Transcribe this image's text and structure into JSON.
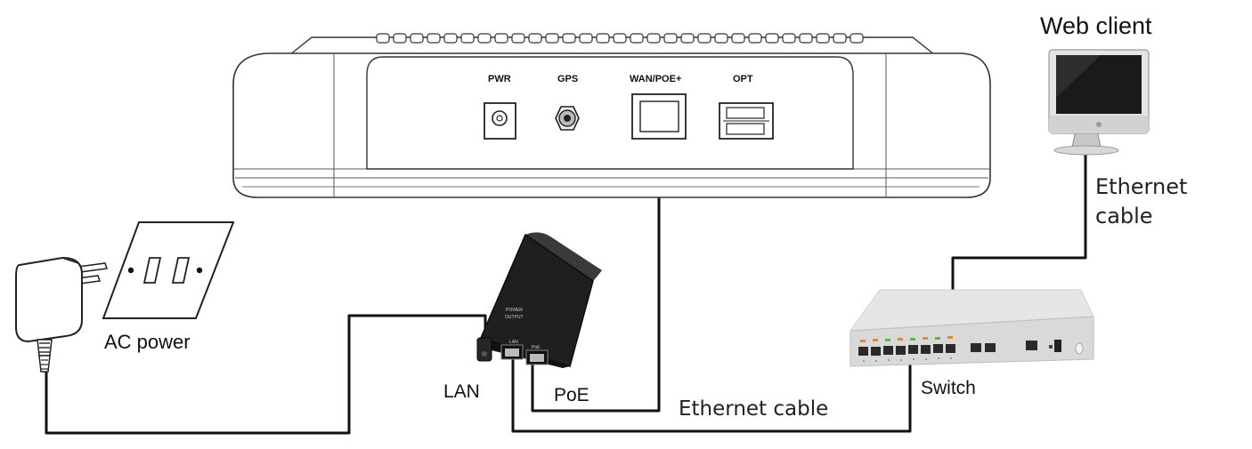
{
  "device": {
    "ports": {
      "pwr": "PWR",
      "gps": "GPS",
      "wan_poe": "WAN/POE+",
      "opt": "OPT"
    }
  },
  "labels": {
    "web_client": "Web client",
    "ethernet_cable_vertical_line1": "Ethernet",
    "ethernet_cable_vertical_line2": "cable",
    "ac_power": "AC power",
    "lan": "LAN",
    "poe": "PoE",
    "ethernet_cable_bottom": "Ethernet cable",
    "switch": "Switch"
  },
  "injector": {
    "text_power": "POWER",
    "text_output": "OUTPUT",
    "text_lan": "LAN",
    "text_poe": "PoE"
  }
}
